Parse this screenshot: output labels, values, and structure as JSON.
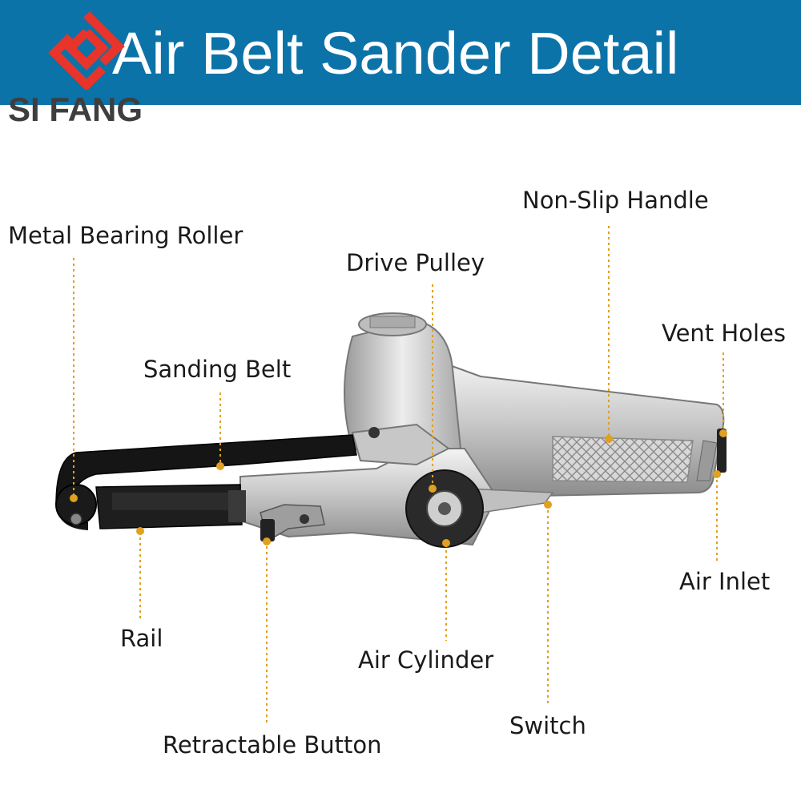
{
  "header": {
    "title": "Air Belt Sander Detail",
    "brand": "SI FANG",
    "background_color": "#0b73a8",
    "logo_color": "#e8342a"
  },
  "callouts": {
    "metal_bearing_roller": "Metal Bearing Roller",
    "sanding_belt": "Sanding Belt",
    "drive_pulley": "Drive Pulley",
    "non_slip_handle": "Non-Slip Handle",
    "vent_holes": "Vent Holes",
    "air_inlet": "Air Inlet",
    "rail": "Rail",
    "air_cylinder": "Air Cylinder",
    "switch": "Switch",
    "retractable_button": "Retractable Button",
    "leader_color": "#e0a020"
  }
}
